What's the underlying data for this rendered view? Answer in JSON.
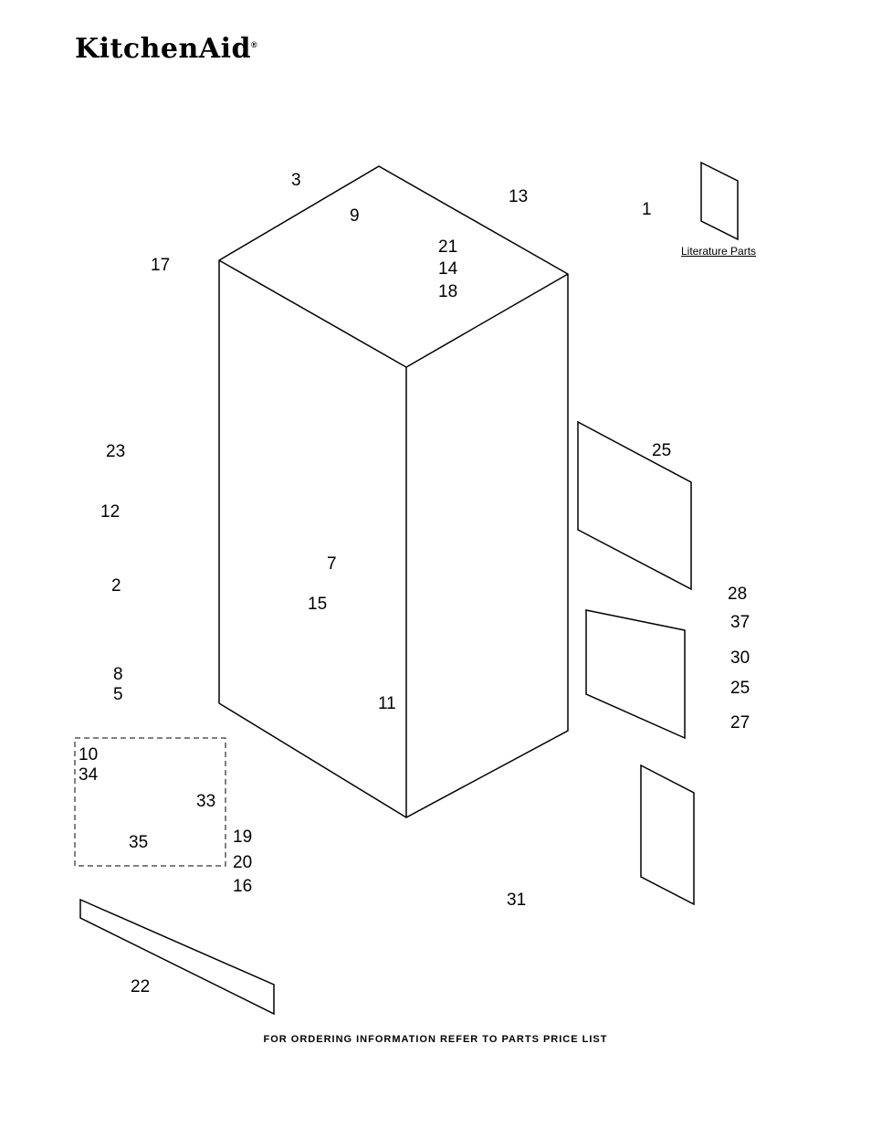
{
  "brand": {
    "name": "KitchenAid",
    "mark": "®"
  },
  "literature": {
    "label": "Literature Parts"
  },
  "footer": {
    "text": "FOR ORDERING INFORMATION REFER TO PARTS PRICE LIST"
  },
  "callouts": [
    "1",
    "2",
    "3",
    "5",
    "7",
    "8",
    "9",
    "10",
    "11",
    "12",
    "13",
    "14",
    "15",
    "16",
    "17",
    "18",
    "19",
    "20",
    "21",
    "22",
    "23",
    "25",
    "25",
    "27",
    "28",
    "30",
    "31",
    "33",
    "34",
    "35",
    "37"
  ]
}
